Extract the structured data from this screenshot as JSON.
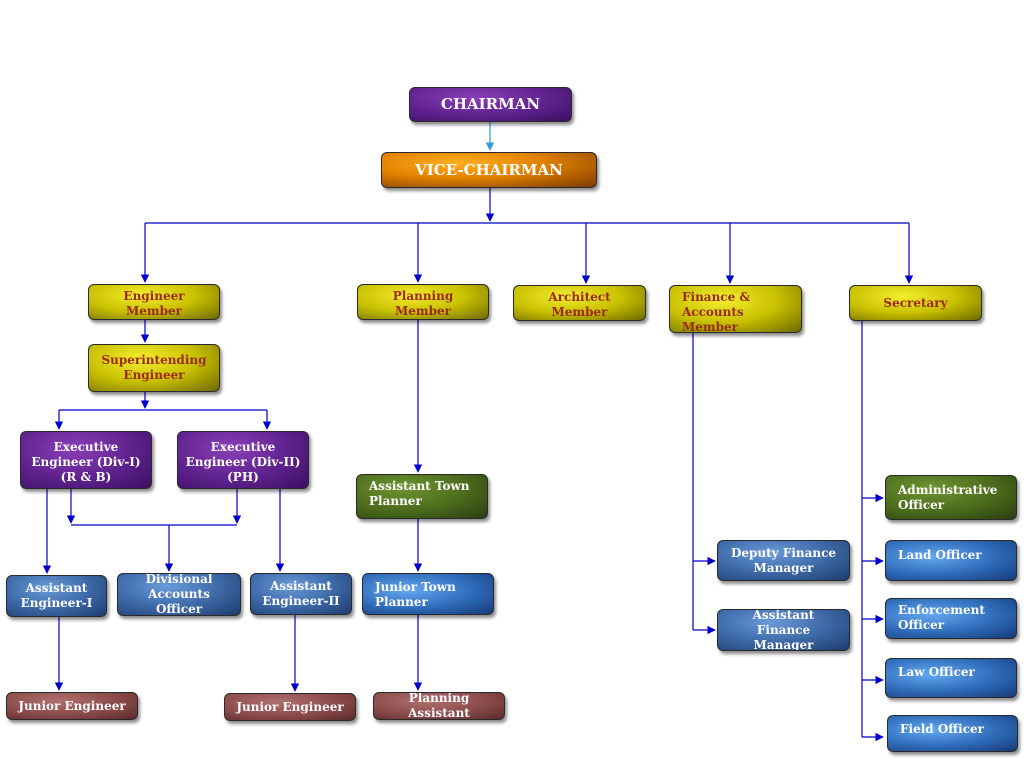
{
  "colors": {
    "connector": "#0000cc",
    "chairman_arrow": "#3399dd"
  },
  "nodes": {
    "chairman": "CHAIRMAN",
    "vice_chairman": "VICE-CHAIRMAN",
    "engineer_member": "Engineer Member",
    "planning_member": "Planning Member",
    "architect_member": "Architect Member",
    "finance_member": "Finance &\nAccounts Member",
    "secretary": "Secretary",
    "superintending_engineer": "Superintending\nEngineer",
    "executive_engineer_1": "Executive\nEngineer (Div-I)\n(R & B)",
    "executive_engineer_2": "Executive\nEngineer (Div-II)\n(PH)",
    "assistant_engineer_1": "Assistant\nEngineer-I",
    "divisional_accounts_officer": "Divisional\nAccounts Officer",
    "assistant_engineer_2": "Assistant\nEngineer-II",
    "junior_engineer_1": "Junior Engineer",
    "junior_engineer_2": "Junior Engineer",
    "assistant_town_planner": "Assistant Town\nPlanner",
    "junior_town_planner": "Junior Town\nPlanner",
    "planning_assistant": "Planning Assistant",
    "deputy_finance_manager": "Deputy Finance\nManager",
    "assistant_finance_manager": "Assistant Finance\nManager",
    "administrative_officer": "Administrative\nOfficer",
    "land_officer": "Land Officer",
    "enforcement_officer": "Enforcement\nOfficer",
    "law_officer": "Law Officer",
    "field_officer": "Field Officer"
  }
}
